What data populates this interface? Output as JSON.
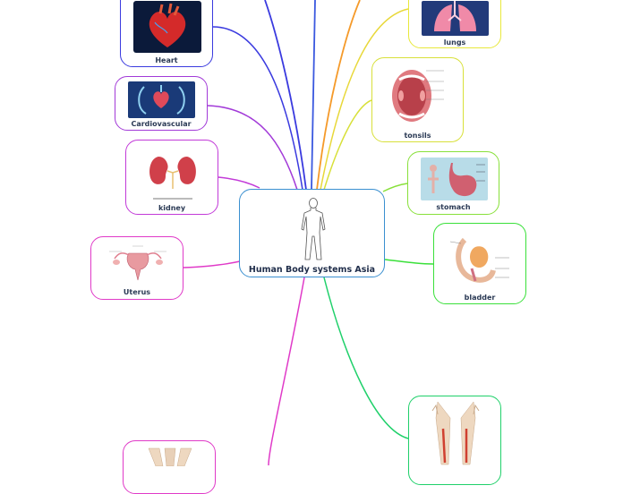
{
  "center": {
    "title": "Human Body systems Asia"
  },
  "nodes": {
    "heart": "Heart",
    "cardiovascular": "Cardiovascular",
    "kidney": "kidney",
    "uterus": "Uterus",
    "lungs": "lungs",
    "tonsils": "tonsils",
    "stomach": "stomach",
    "bladder": "bladder"
  },
  "colors": {
    "center_border": "#3a8fd0",
    "heart": "#3a3adf",
    "cardiovascular": "#a23ad8",
    "kidney": "#c23ad8",
    "uterus": "#e03ac8",
    "lungs": "#e8e83a",
    "tonsils": "#d8e03a",
    "stomach": "#88e03a",
    "bladder": "#3ae03a",
    "legs": "#1fd06a",
    "bottom_left": "#e03ac8"
  }
}
